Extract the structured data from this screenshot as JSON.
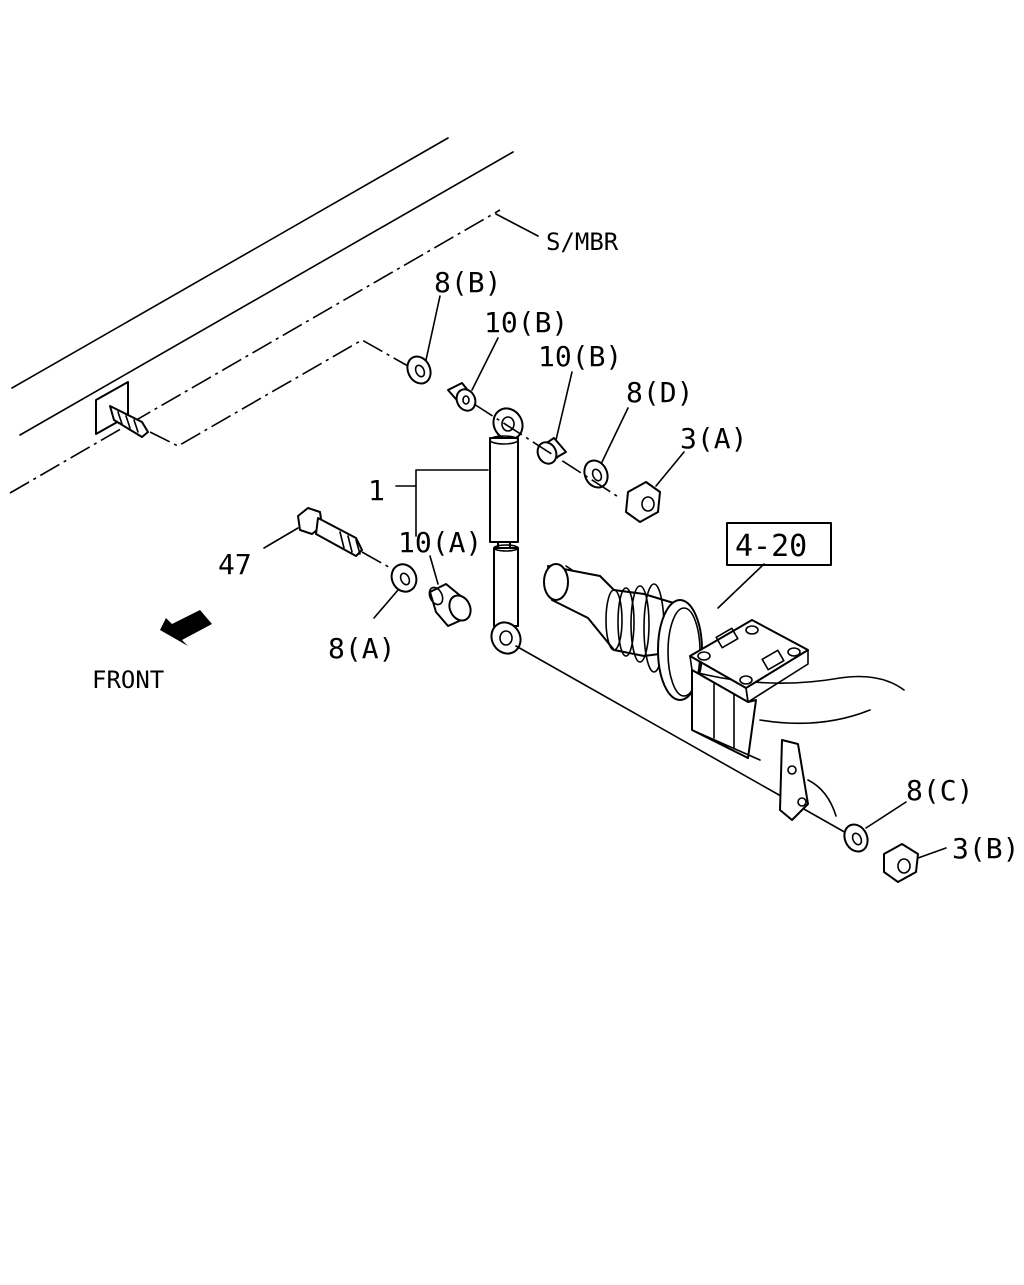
{
  "labels": {
    "frame": "S/MBR",
    "p8b": "8(B)",
    "p10b_1": "10(B)",
    "p10b_2": "10(B)",
    "p8d": "8(D)",
    "p3a": "3(A)",
    "p1": "1",
    "p10a": "10(A)",
    "p47": "47",
    "p8a": "8(A)",
    "ref": "4-20",
    "p8c": "8(C)",
    "p3b": "3(B)",
    "front": "FRONT"
  }
}
